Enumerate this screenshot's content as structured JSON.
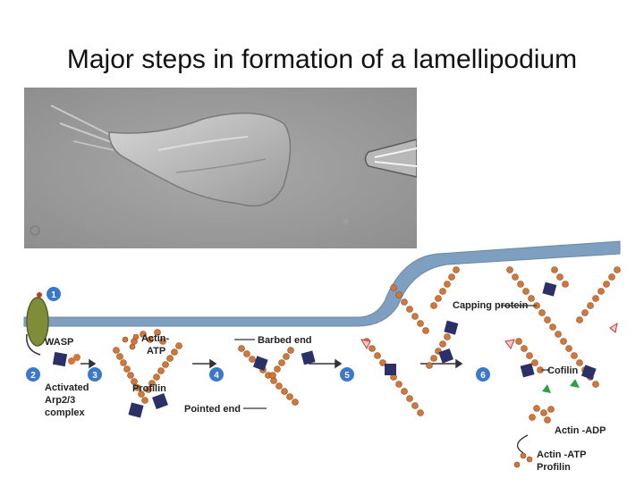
{
  "title": "Major steps in formation of a lamellipodium",
  "labels": {
    "wasp": "WASP",
    "activated_arp": [
      "Activated",
      "Arp2/3",
      "complex"
    ],
    "actin_atp_top": [
      "Actin-",
      "ATP"
    ],
    "profilin": "Profilin",
    "barbed_end": "Barbed end",
    "pointed_end": "Pointed end",
    "capping_protein": "Capping protein",
    "cofilin": "Cofilin",
    "actin_adp": "Actin -ADP",
    "actin_atp_bottom": "Actin -ATP",
    "profilin_bottom": "Profilin"
  },
  "steps": [
    "1",
    "2",
    "3",
    "4",
    "5",
    "6"
  ],
  "colors": {
    "membrane": "#7f9fc0",
    "actin": "#d2773a",
    "arp": "#2b3067",
    "step_badge": "#3b79c8",
    "wasp": "#7f8c3a",
    "cofilin": "#2e9e47"
  }
}
